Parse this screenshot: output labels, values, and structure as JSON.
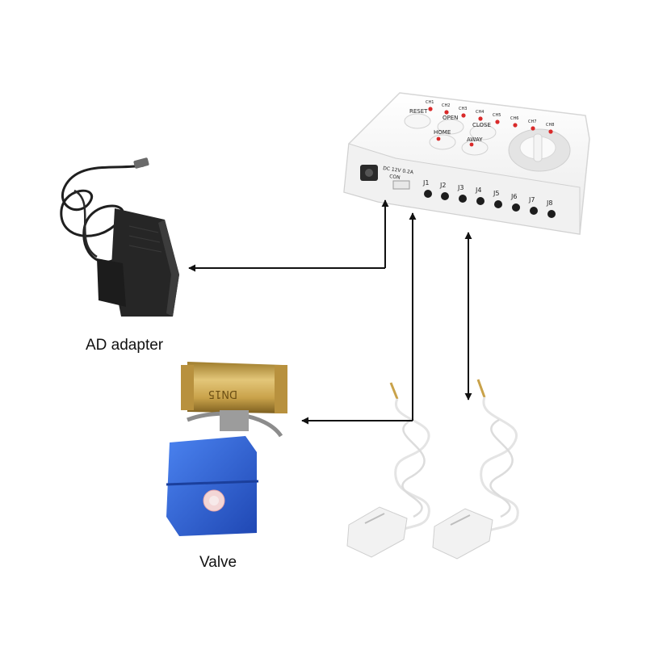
{
  "diagram": {
    "adapter_label": "AD adapter",
    "valve_label": "Valve",
    "controller": {
      "buttons": [
        "RESET",
        "OPEN",
        "CLOSE",
        "HOME",
        "AWAY"
      ],
      "channels": [
        "CH1",
        "CH2",
        "CH3",
        "CH4",
        "CH5",
        "CH6",
        "CH7",
        "CH8"
      ],
      "power_label": "DC 12V 0.2A",
      "valve_port_label": "CON",
      "jacks": [
        "J1",
        "J2",
        "J3",
        "J4",
        "J5",
        "J6",
        "J7",
        "J8"
      ]
    },
    "valve_brand": "DN15",
    "colors": {
      "arrow": "#111111",
      "led": "#d92a2a",
      "valve_actuator": "#2f63d6",
      "valve_body": "#c9a24a",
      "adapter": "#2a2a2a"
    }
  }
}
